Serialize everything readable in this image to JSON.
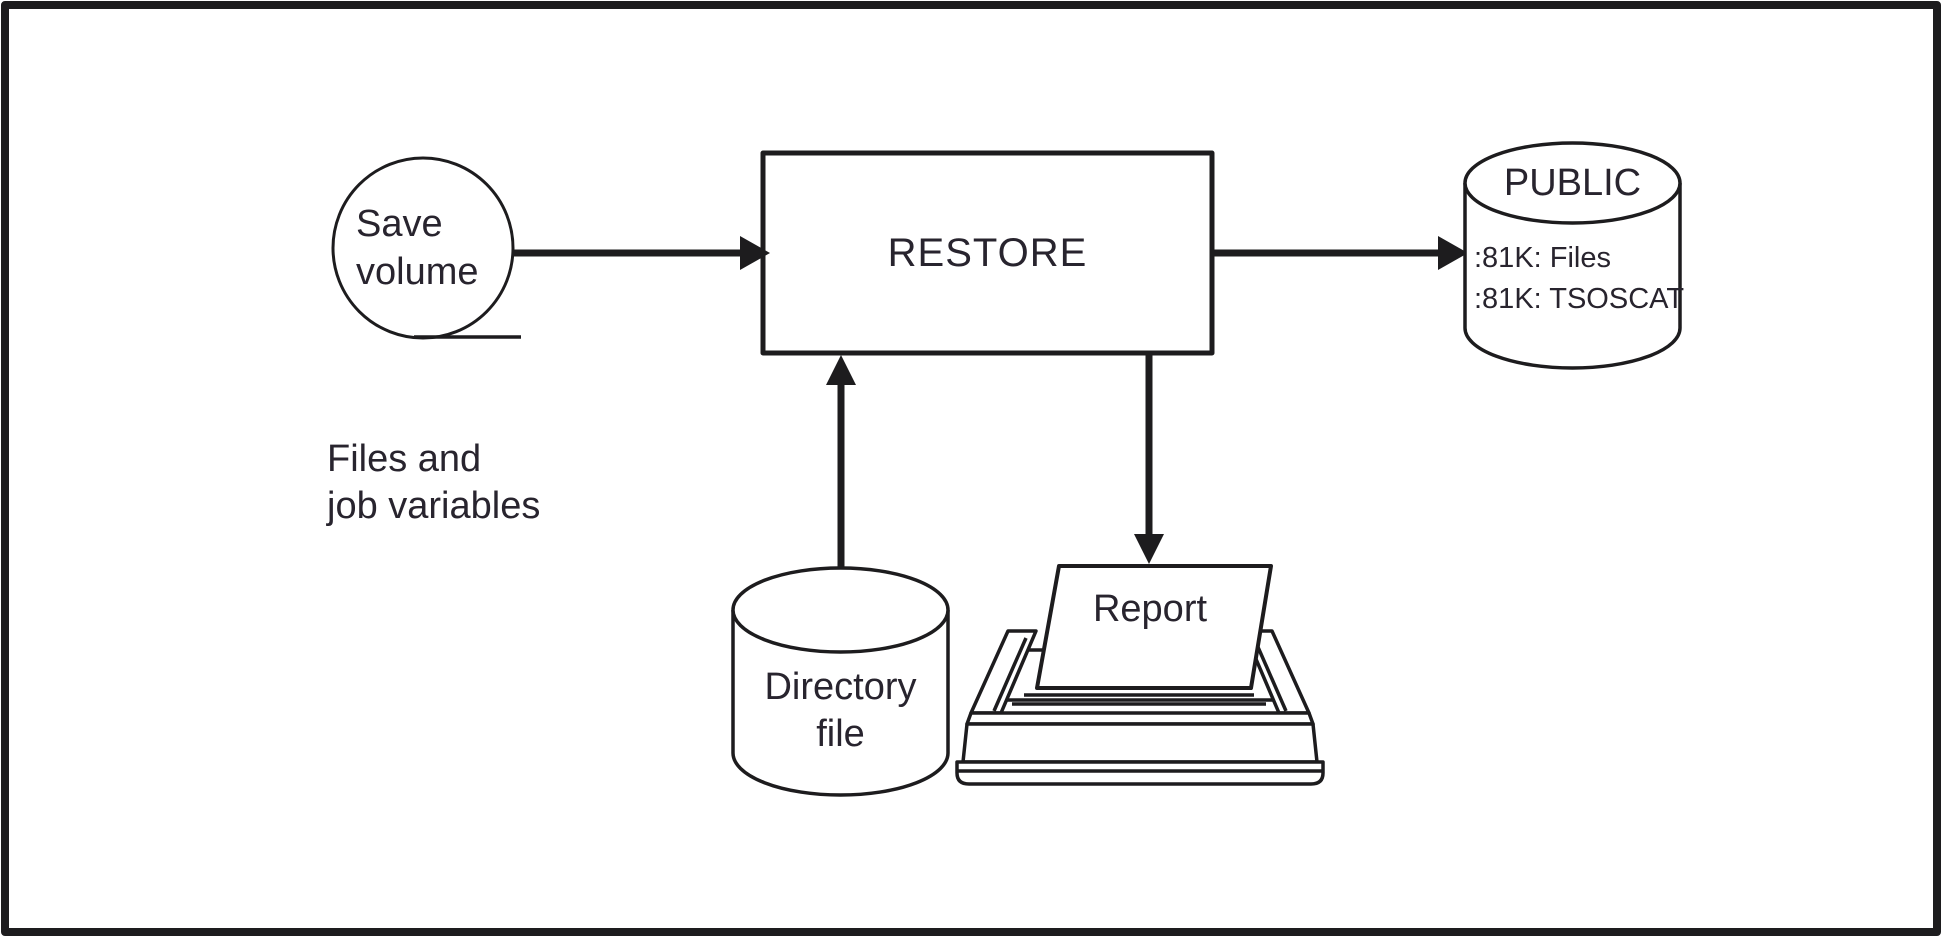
{
  "colors": {
    "line": "#1d1c1e",
    "text": "#28242e",
    "background": "#ffffff"
  },
  "nodes": {
    "save_volume": {
      "line1": "Save",
      "line2": "volume"
    },
    "restore": {
      "label": "RESTORE"
    },
    "public_disk": {
      "title": "PUBLIC",
      "entries": [
        ":81K: Files",
        ":81K: TSOSCAT"
      ]
    },
    "annotation": {
      "line1": "Files and",
      "line2": "job variables"
    },
    "directory_file": {
      "line1": "Directory",
      "line2": "file"
    },
    "report": {
      "label": "Report"
    }
  }
}
